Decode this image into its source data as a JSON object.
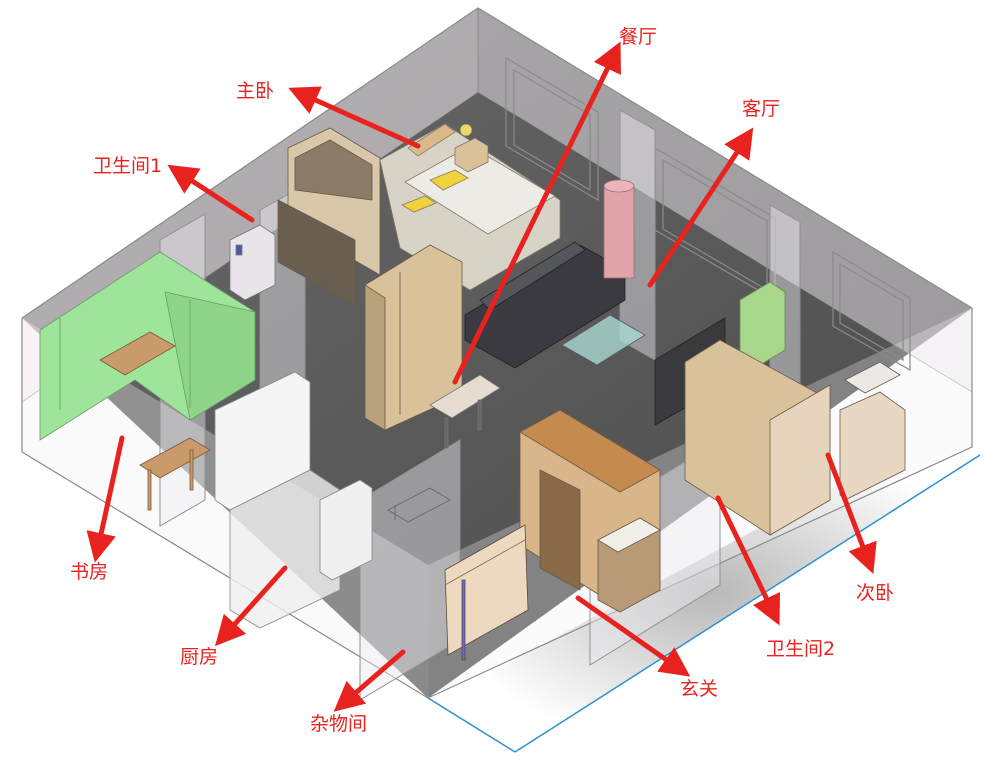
{
  "rooms": [
    {
      "id": "zhuwo",
      "label": "主卧"
    },
    {
      "id": "canting",
      "label": "餐厅"
    },
    {
      "id": "keting",
      "label": "客厅"
    },
    {
      "id": "weishengjian1",
      "label": "卫生间1"
    },
    {
      "id": "shufang",
      "label": "书房"
    },
    {
      "id": "chufang",
      "label": "厨房"
    },
    {
      "id": "zawujian",
      "label": "杂物间"
    },
    {
      "id": "xuanguan",
      "label": "玄关"
    },
    {
      "id": "weishengjian2",
      "label": "卫生间2"
    },
    {
      "id": "ciwo",
      "label": "次卧"
    }
  ],
  "colors": {
    "label": "#e8231f",
    "arrow": "#e8231f",
    "wall": "#9a9a9a",
    "floor": "#5f5f5f",
    "study_cabinet": "#9ee49a",
    "wood": "#c9ab86",
    "sofa": "#3a3a40",
    "outline_edge": "#2d8fd6"
  }
}
